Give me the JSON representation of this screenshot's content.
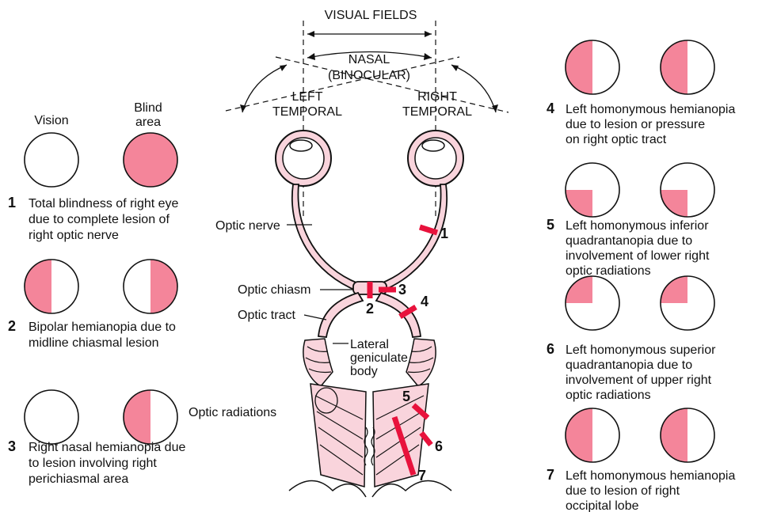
{
  "colors": {
    "blind": "#f4859a",
    "lesion": "#e8123c",
    "pathway_fill": "#f9d4dc",
    "outline": "#111111"
  },
  "header": {
    "visual_fields": "VISUAL FIELDS",
    "nasal": "NASAL",
    "binocular": "(BINOCULAR)",
    "left": "LEFT",
    "left_temporal": "TEMPORAL",
    "right": "RIGHT",
    "right_temporal": "TEMPORAL"
  },
  "legend": {
    "vision": "Vision",
    "blind_1": "Blind",
    "blind_2": "area"
  },
  "pathway_labels": {
    "optic_nerve": "Optic nerve",
    "optic_chiasm": "Optic chiasm",
    "optic_tract": "Optic tract",
    "lgb_1": "Lateral",
    "lgb_2": "geniculate",
    "lgb_3": "body",
    "optic_radiations": "Optic radiations"
  },
  "lesion_markers": [
    "1",
    "2",
    "3",
    "4",
    "5",
    "6",
    "7"
  ],
  "cases": [
    {
      "number": "1",
      "lines": [
        "Total blindness of right eye",
        "due to complete lesion of",
        "right optic nerve"
      ]
    },
    {
      "number": "2",
      "lines": [
        "Bipolar hemianopia due to",
        "midline chiasmal lesion"
      ]
    },
    {
      "number": "3",
      "lines": [
        "Right nasal hemianopia due",
        "to lesion involving right",
        "perichiasmal area"
      ]
    },
    {
      "number": "4",
      "lines": [
        "Left homonymous hemianopia",
        "due to lesion or pressure",
        "on right optic tract"
      ]
    },
    {
      "number": "5",
      "lines": [
        "Left homonymous inferior",
        "quadrantanopia due to",
        "involvement of lower right",
        "optic radiations"
      ]
    },
    {
      "number": "6",
      "lines": [
        "Left homonymous superior",
        "quadrantanopia due to",
        "involvement of upper right",
        "optic radiations"
      ]
    },
    {
      "number": "7",
      "lines": [
        "Left homonymous hemianopia",
        "due to lesion of right",
        "occipital lobe"
      ]
    }
  ]
}
